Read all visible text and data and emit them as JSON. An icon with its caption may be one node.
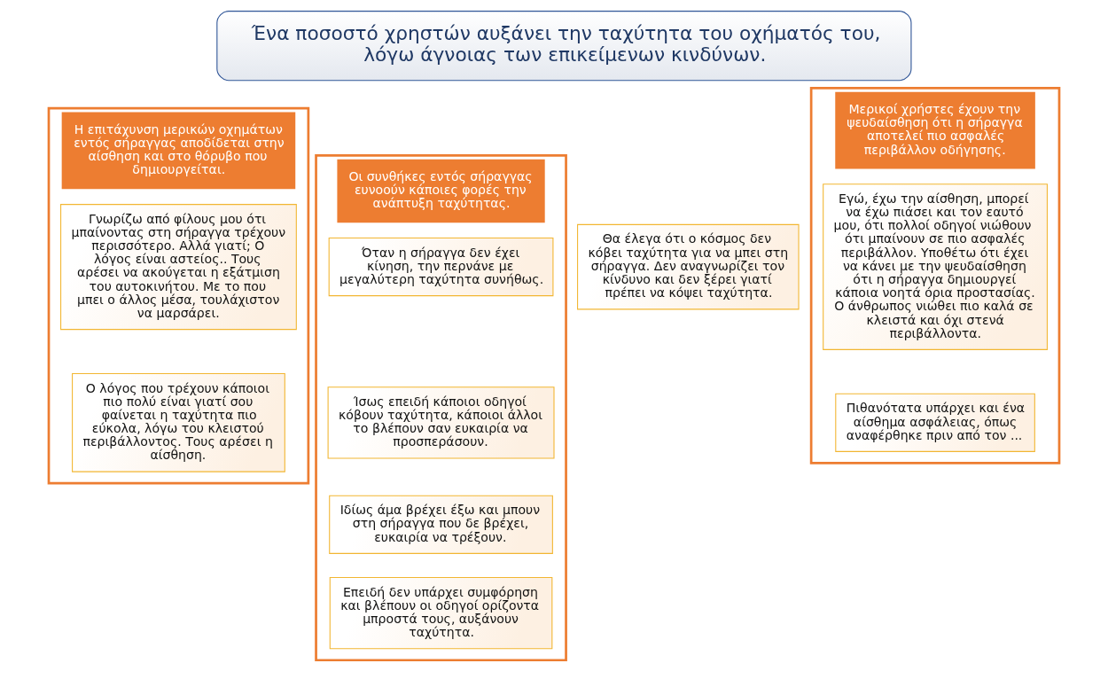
{
  "diagram": {
    "nodes": [
      {
        "text": [
          "Ένα ποσοστό χρηστών αυξάνει την ταχύτητα του οχήματός του, λόγω άγνοιας των επικείμενων κινδύνων."
        ]
      },
      {
        "text": [
          "Η επιτάχυνση μερικών οχημάτων εντός σήραγγας αποδίδεται στην αίσθηση και στο θόρυβο που δημιουργείται."
        ]
      },
      {
        "text": [
          "Γνωρίζω από φίλους μου ότι μπαίνοντας στη σήραγγα τρέχουν περισσότερο. Αλλά γιατί; Ο λόγος είναι αστείος.. Τους αρέσει να ακούγεται η εξάτμιση του αυτοκινήτου. Με το που μπει ο άλλος μέσα, τουλάχιστον να μαρσάρει."
        ],
        "in": 1
      },
      {
        "text": [
          "Ο λόγος που τρέχουν κάποιοι πιο πολύ είναι γιατί σου φαίνεται η ταχύτητα πιο εύκολα, λόγω του κλειστού περιβάλλοντος. Τους αρέσει η αίσθηση."
        ],
        "in": 1
      },
      {
        "text": [
          "Οι συνθήκες εντός σήραγγας ευνοούν κάποιες φορές την ανάπτυξη ταχύτητας."
        ]
      },
      {
        "text": [
          "Όταν η σήραγγα δεν έχει κίνηση, την περνάνε με μεγαλύτερη ταχύτητα συνήθως."
        ],
        "in": 4
      },
      {
        "text": [
          "Ίσως επειδή κάποιοι οδηγοί κόβουν ταχύτητα, κάποιοι άλλοι το βλέπουν σαν ευκαιρία να προσπεράσουν."
        ],
        "in": 4
      },
      {
        "text": [
          "Ιδίως άμα βρέχει έξω και μπουν στη σήραγγα που δε βρέχει, ευκαιρία να τρέξουν."
        ],
        "in": 4
      },
      {
        "text": [
          "Επειδή δεν υπάρχει συμφόρηση και βλέπουν οι οδηγοί ορίζοντα μπροστά τους, αυξάνουν ταχύτητα."
        ],
        "in": 4
      },
      {
        "text": [
          "Θα έλεγα ότι ο κόσμος δεν κόβει ταχύτητα για να μπει στη σήραγγα. Δεν αναγνωρίζει τον κίνδυνο και δεν ξέρει γιατί πρέπει να κόψει ταχύτητα."
        ]
      },
      {
        "text": [
          "Μερικοί χρήστες έχουν την ψευδαίσθηση ότι η σήραγγα αποτελεί πιο ασφαλές περιβάλλον οδήγησης."
        ]
      },
      {
        "text": [
          "Εγώ, έχω την αίσθηση, μπορεί να έχω πιάσει και τον εαυτό μου, ότι πολλοί οδηγοί νιώθουν ότι μπαίνουν σε πιο ασφαλές περιβάλλον. Υποθέτω ότι έχει να κάνει με την ψευδαίσθηση ότι η σήραγγα δημιουργεί κάποια νοητά όρια προστασίας. Ο άνθρωπος νιώθει πιο καλά σε κλειστά και όχι στενά περιβάλλοντα."
        ],
        "in": 10
      },
      {
        "text": [
          "Πιθανότατα υπάρχει και ένα αίσθημα ασφάλειας, όπως αναφέρθηκε πριν από τον ..."
        ],
        "in": 10
      }
    ]
  }
}
